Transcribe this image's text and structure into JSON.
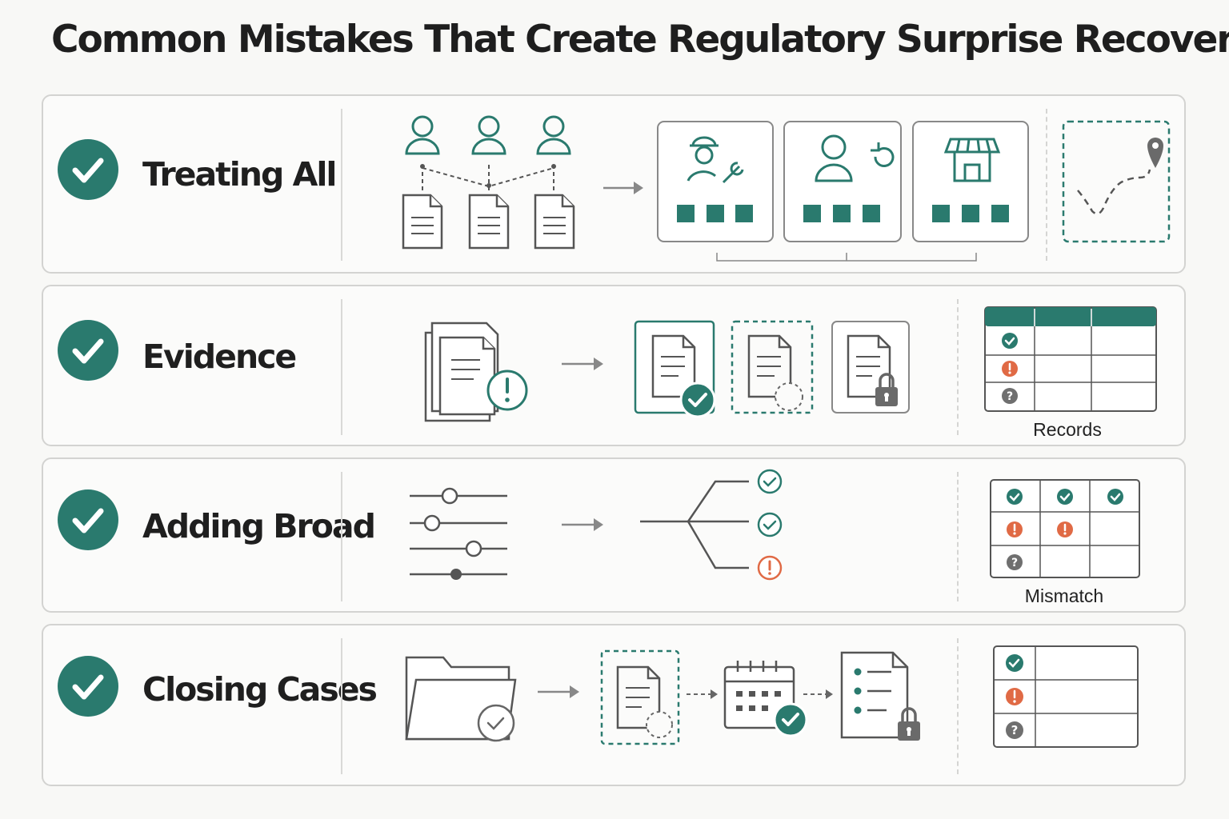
{
  "title": "Common Mistakes That Create Regulatory Surprise Recover",
  "colors": {
    "teal": "#2a7a6e",
    "alert_orange": "#e06a45",
    "unknown_gray": "#6f6f6f",
    "line_gray": "#666666"
  },
  "rows": [
    {
      "label": "Treating All",
      "icons": [
        "check-icon",
        "user-icon",
        "document-icon",
        "arrow-right-icon",
        "worker-wrench-icon",
        "user-refresh-icon",
        "storefront-icon",
        "map-pin-icon"
      ]
    },
    {
      "label": "Evidence",
      "icons": [
        "check-icon",
        "document-stack-alert-icon",
        "arrow-right-icon",
        "document-check-icon",
        "document-pending-icon",
        "document-lock-icon",
        "check-icon",
        "alert-icon",
        "question-icon"
      ],
      "caption": "Records"
    },
    {
      "label": "Adding Broad",
      "icons": [
        "check-icon",
        "slider-icon",
        "arrow-right-icon",
        "branch-icon",
        "check-icon",
        "alert-icon",
        "question-icon"
      ],
      "caption": "Mismatch"
    },
    {
      "label": "Closing Cases",
      "icons": [
        "check-icon",
        "folder-check-icon",
        "arrow-right-icon",
        "document-pending-icon",
        "calendar-check-icon",
        "checklist-lock-icon",
        "check-icon",
        "alert-icon",
        "question-icon"
      ]
    }
  ]
}
